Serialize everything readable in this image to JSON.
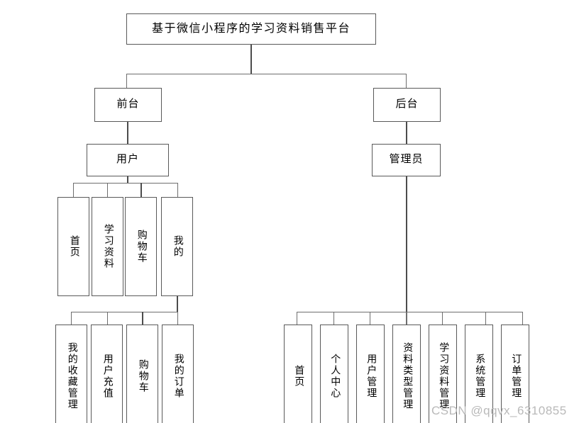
{
  "diagram": {
    "title": "基于微信小程序的学习资料销售平台",
    "root": {
      "label": "基于微信小程序的学习资料销售平台"
    },
    "branches": {
      "frontend": {
        "label": "前台"
      },
      "backend": {
        "label": "后台"
      }
    },
    "roles": {
      "user": {
        "label": "用户"
      },
      "admin": {
        "label": "管理员"
      }
    },
    "user_modules": [
      {
        "label": "首页"
      },
      {
        "label": "学习资料"
      },
      {
        "label": "购物车"
      },
      {
        "label": "我的"
      }
    ],
    "user_submodules": [
      {
        "label": "我的收藏管理"
      },
      {
        "label": "用户充值"
      },
      {
        "label": "购物车"
      },
      {
        "label": "我的订单"
      }
    ],
    "admin_modules": [
      {
        "label": "首页"
      },
      {
        "label": "个人中心"
      },
      {
        "label": "用户管理"
      },
      {
        "label": "资料类型管理"
      },
      {
        "label": "学习资料管理"
      },
      {
        "label": "系统管理"
      },
      {
        "label": "订单管理"
      }
    ],
    "watermark": "CSDN @qqvx_6310855",
    "colors": {
      "box_border": "#595959",
      "line": "#4c4c4c",
      "background": "#ffffff",
      "watermark": "#b9b9b9"
    }
  }
}
